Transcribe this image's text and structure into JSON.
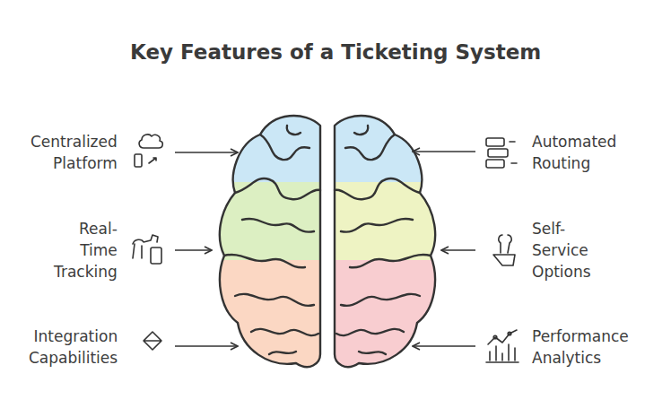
{
  "diagram": {
    "title": "Key Features of a Ticketing System",
    "labels": [
      "Centralized Platform",
      "Automated Routing",
      "Real-Time Tracking",
      "Self-Service Options",
      "Integration Capabilities",
      "Performance Analytics"
    ]
  }
}
